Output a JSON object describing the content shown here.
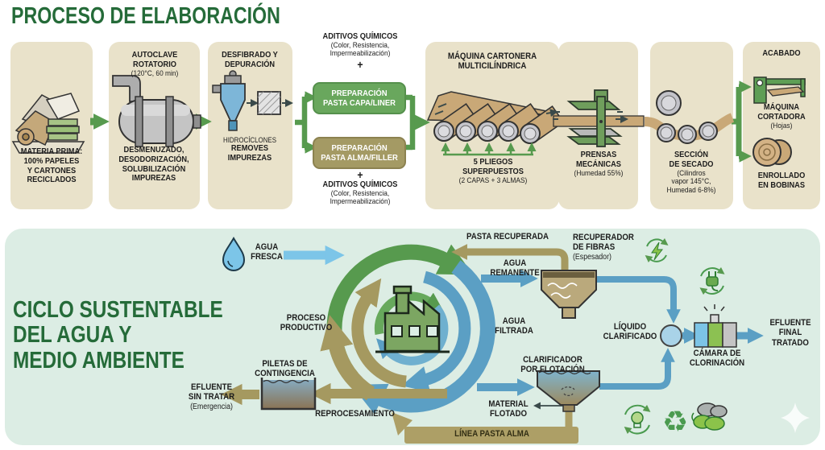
{
  "colors": {
    "title_green": "#256b39",
    "panel_beige": "#e9e2ca",
    "mint_bg": "#dcede4",
    "arrow_green": "#579a4e",
    "water_blue": "#5b9fc4",
    "light_blue": "#7cc5e8",
    "pulp_tan": "#a59960",
    "box_green": "#69a75d",
    "box_olive": "#a49a64",
    "ink": "#1d1d1d"
  },
  "process": {
    "title": "PROCESO DE ELABORACIÓN",
    "materia_prima": "MATERIA PRIMA:\n100% PAPELES\nY CARTONES\nRECICLADOS",
    "autoclave_title": "AUTOCLAVE\nROTATORIO",
    "autoclave_sub": "(120°C, 60 min)",
    "autoclave_caption": "DESMENUZADO,\nDESODORIZACIÓN,\nSOLUBILIZACIÓN\nIMPUREZAS",
    "desfibrado_title": "DESFIBRADO Y\nDEPURACIÓN",
    "hidrociclones": "HIDROCÍCLONES",
    "hidrociclones_caption": "REMOVES\nIMPUREZAS",
    "aditivos_title": "ADITIVOS QUÍMICOS",
    "aditivos_sub": "(Color, Resistencia,\nImpermeabilización)",
    "plus": "+",
    "prep_liner": "PREPARACIÓN\nPASTA CAPA/LINER",
    "prep_filler": "PREPARACIÓN\nPASTA ALMA/FILLER",
    "maquina_title": "MÁQUINA CARTONERA\nMULTICILÍNDRICA",
    "pliegos_title": "5 PLIEGOS\nSUPERPUESTOS",
    "pliegos_sub": "(2 CAPAS + 3 ALMAS)",
    "prensas_title": "PRENSAS\nMECÁNICAS",
    "prensas_sub": "(Humedad 55%)",
    "secado_title": "SECCIÓN\nDE SECADO",
    "secado_sub": "(Cilindros\nvapor 145°C,\nHumedad 6-8%)",
    "acabado_title": "ACABADO",
    "cortadora_title": "MÁQUINA\nCORTADORA",
    "cortadora_sub": "(Hojas)",
    "enrollado": "ENROLLADO\nEN BOBINAS"
  },
  "cycle": {
    "title": "CICLO SUSTENTABLE\nDEL AGUA Y\nMEDIO AMBIENTE",
    "agua_fresca": "AGUA\nFRESCA",
    "proceso_productivo": "PROCESO\nPRODUCTIVO",
    "piletas": "PILETAS DE\nCONTINGENCIA",
    "efluente_sin_tratar": "EFLUENTE\nSIN TRATAR",
    "efluente_sin_tratar_sub": "(Emergencia)",
    "reprocesamiento": "REPROCESAMIENTO",
    "linea_pasta_alma": "LÍNEA PASTA ALMA",
    "pasta_recuperada": "PASTA RECUPERADA",
    "agua_remanente": "AGUA\nREMANENTE",
    "recuperador_title": "RECUPERADOR\nDE FIBRAS",
    "recuperador_sub": "(Espesador)",
    "agua_filtrada": "AGUA\nFILTRADA",
    "liquido_clarificado": "LÍQUIDO\nCLARIFICADO",
    "clarificador": "CLARIFICADOR\nPOR FLOTACIÓN",
    "material_flotado": "MATERIAL\nFLOTADO",
    "camara": "CÁMARA DE\nCLORINACIÓN",
    "efluente_final": "EFLUENTE\nFINAL\nTRATADO",
    "icons": {
      "recycle_glyph": "♻"
    }
  }
}
